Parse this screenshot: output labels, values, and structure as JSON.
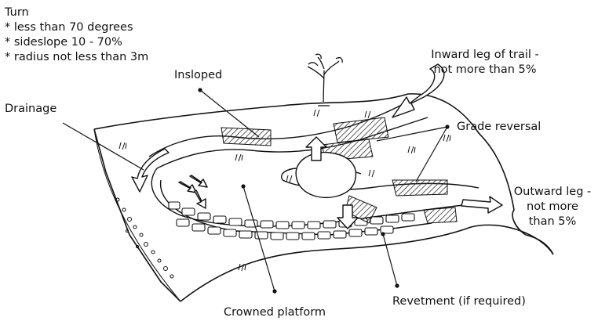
{
  "turn": {
    "title": "Turn",
    "specs": [
      "* less than 70 degrees",
      "* sideslope 10 - 70%",
      "* radius not less than 3m"
    ]
  },
  "labels": {
    "insloped": "Insloped",
    "drainage": "Drainage",
    "inward_leg": [
      "Inward leg of trail -",
      "not more than 5%"
    ],
    "grade_reversal": "Grade reversal",
    "outward_leg": [
      "Outward leg -",
      "not more",
      "than 5%"
    ],
    "crowned_platform": "Crowned platform",
    "revetment": "Revetment (if required)"
  },
  "colors": {
    "ink": "#111111",
    "paper": "#ffffff",
    "hatch": "#333333"
  }
}
